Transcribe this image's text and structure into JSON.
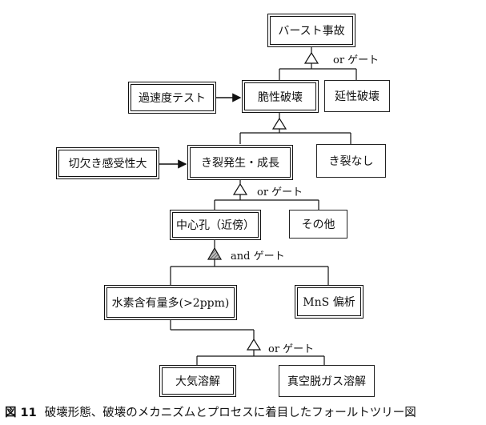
{
  "diagram": {
    "top_event": "バースト事故",
    "level1": {
      "main": "脆性破壊",
      "cause": "過速度テスト",
      "alt": "延性破壊"
    },
    "level2": {
      "main": "き裂発生・成長",
      "cause": "切欠き感受性大",
      "alt": "き裂なし"
    },
    "level3": {
      "main": "中心孔（近傍）",
      "alt": "その他"
    },
    "level4": {
      "left": "水素含有量多(>2ppm)",
      "right": "MnS 偏析"
    },
    "level5": {
      "left": "大気溶解",
      "right": "真空脱ガス溶解"
    },
    "gates": {
      "g1": "or ゲート",
      "g3": "or ゲート",
      "g4": "and ゲート",
      "g5": "or ゲート"
    }
  },
  "caption": {
    "number": "図 11",
    "text": "破壊形態、破壊のメカニズムとプロセスに着目したフォールトツリー図"
  }
}
